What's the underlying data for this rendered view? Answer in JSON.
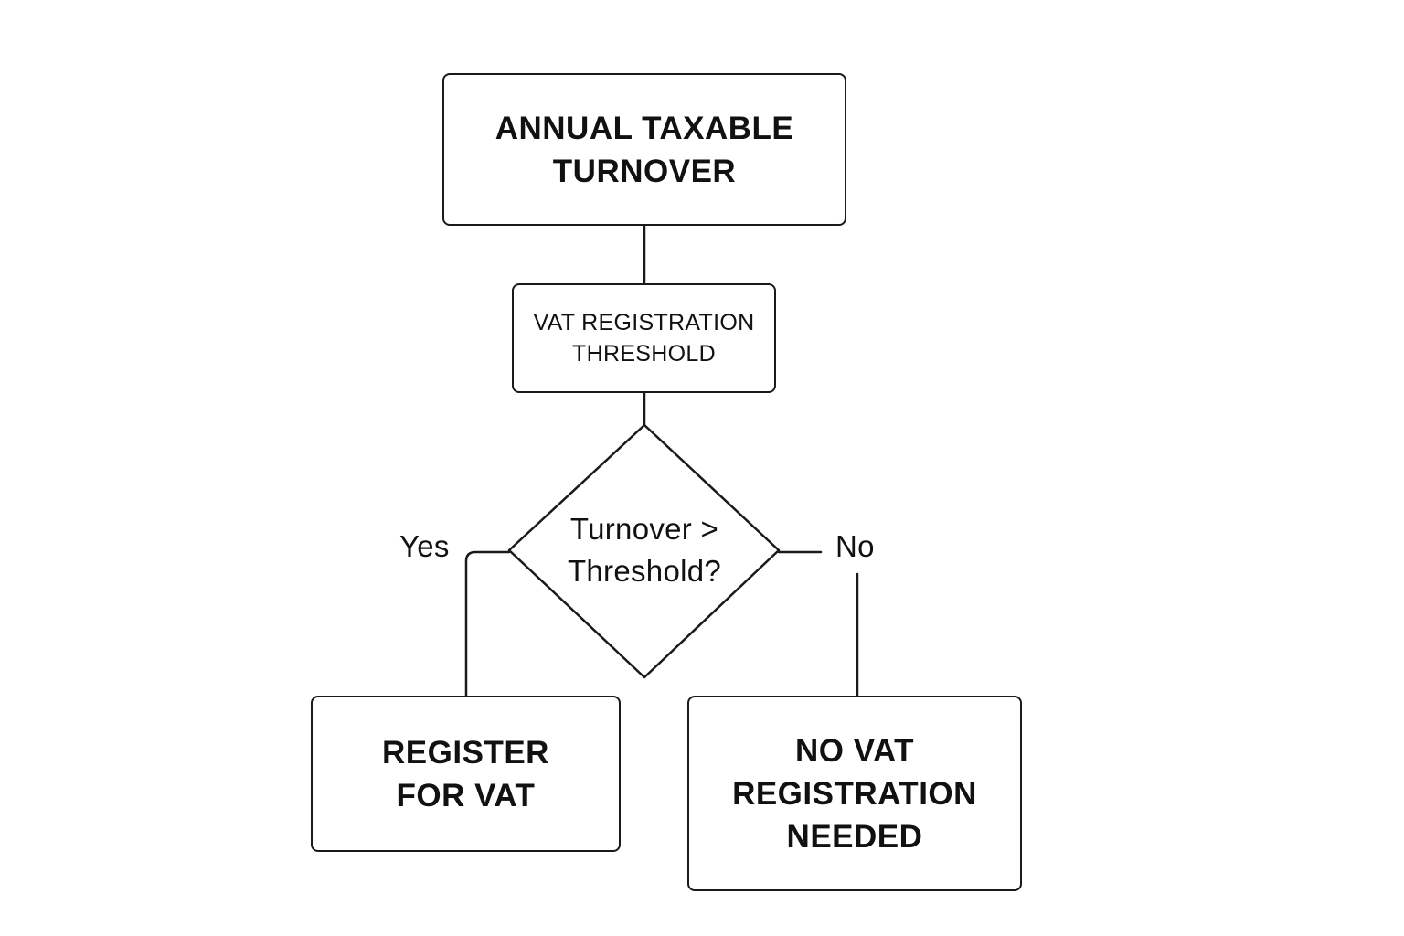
{
  "diagram": {
    "start_node": "ANNUAL TAXABLE\nTURNOVER",
    "threshold_node": "VAT REGISTRATION\nTHRESHOLD",
    "decision": "Turnover >\nThreshold?",
    "yes_label": "Yes",
    "no_label": "No",
    "yes_outcome": "REGISTER\nFOR VAT",
    "no_outcome": "NO VAT\nREGISTRATION\nNEEDED"
  },
  "colors": {
    "stroke": "#1a1a1a",
    "background": "#ffffff",
    "text": "#111111"
  }
}
